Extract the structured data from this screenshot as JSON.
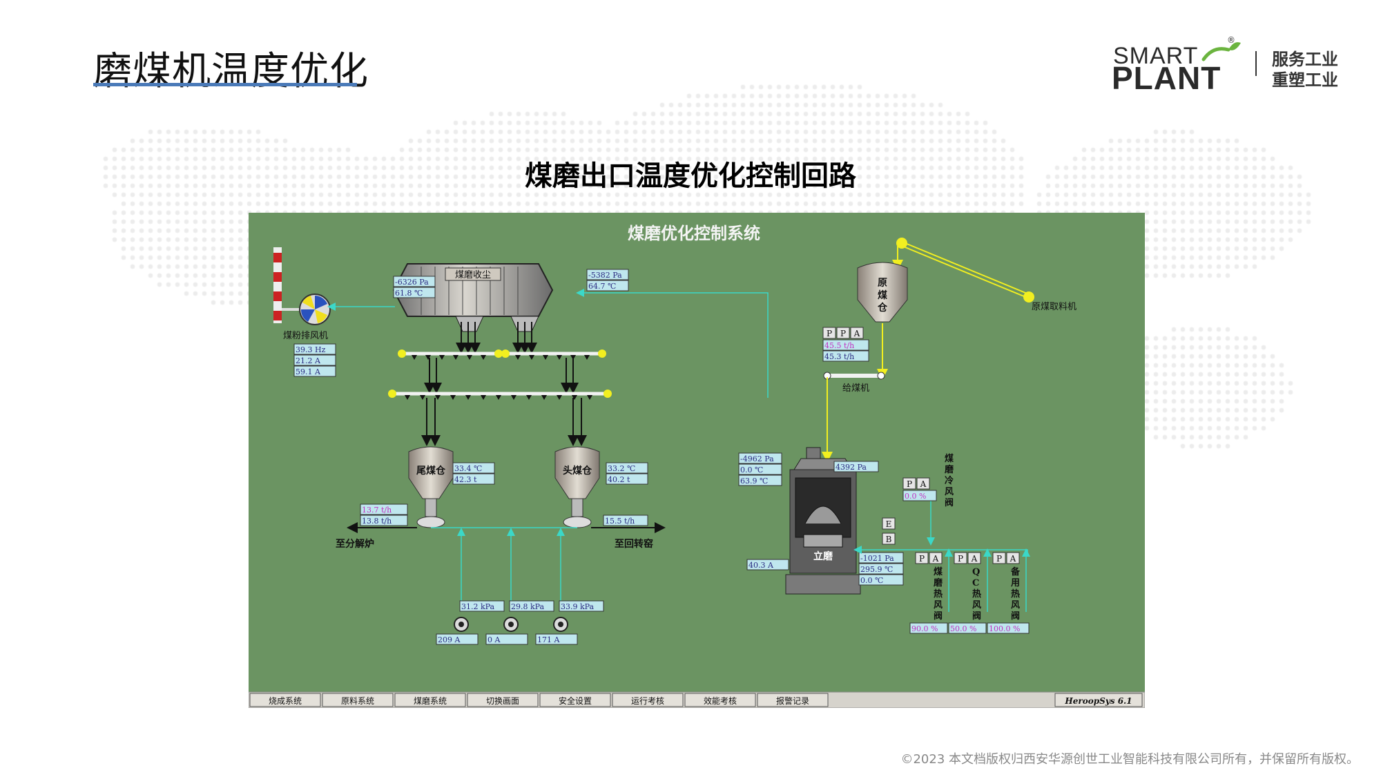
{
  "slide": {
    "title": "磨煤机温度优化",
    "subtitle": "煤磨出口温度优化控制回路",
    "footer": "©2023 本文档版权归西安华源创世工业智能科技有限公司所有，并保留所有版权。"
  },
  "logo": {
    "line1": "SMART",
    "line2": "PLANT",
    "registered": "®",
    "slogan1": "服务工业",
    "slogan2": "重塑工业"
  },
  "colors": {
    "panel_bg": "#6b9462",
    "readout_bg": "#bfe7ee",
    "accent_line": "#3bd8c8",
    "yellow": "#f2ef20",
    "title_underline": "#4a7ab8"
  },
  "scada": {
    "title": "煤磨优化控制系统",
    "dust_collector": {
      "label": "煤磨收尘",
      "inlet_pressure": "-6326 Pa",
      "inlet_temp": "61.8  ℃",
      "outlet_pressure": "-5382 Pa",
      "outlet_temp": "64.7  ℃"
    },
    "exhaust_fan": {
      "label": "煤粉排风机",
      "freq": "39.3  Hz",
      "current": "21.2   A",
      "value3": "59.1   A"
    },
    "raw_bin": {
      "label": "原煤仓"
    },
    "reclaimer": {
      "label": "原煤取料机"
    },
    "feeder": {
      "label": "给煤机",
      "mode": [
        "P",
        "P",
        "A"
      ],
      "setpoint": "45.5  t/h",
      "actual": "45.3  t/h"
    },
    "tail_bin": {
      "label": "尾煤仓",
      "temp": "33.4  ℃",
      "level": "42.3   t",
      "flow_set": "13.7  t/h",
      "flow": "13.8  t/h",
      "dest": "至分解炉"
    },
    "head_bin": {
      "label": "头煤仓",
      "temp": "33.2  ℃",
      "level": "40.2   t",
      "flow": "15.5  t/h",
      "dest": "至回转窑"
    },
    "mill": {
      "label": "立磨",
      "out_pressure": "-4962 Pa",
      "out_v2": "0.0   ℃",
      "out_temp": "63.9  ℃",
      "top_pressure": "4392  Pa",
      "current": "40.3   A",
      "in_pressure": "-1021 Pa",
      "in_temp": "295.9  ℃",
      "in_v3": "0.0   ℃",
      "eb": [
        "E",
        "B"
      ]
    },
    "blowers": [
      {
        "pressure": "31.2  kPa",
        "current": "209   A"
      },
      {
        "pressure": "29.8  kPa",
        "current": "0     A"
      },
      {
        "pressure": "33.9  kPa",
        "current": "171   A"
      }
    ],
    "cold_valve": {
      "label": "煤磨冷风阀",
      "mode": [
        "P",
        "A"
      ],
      "value": "0.0  %"
    },
    "valves": [
      {
        "label": "煤磨热风阀",
        "mode": [
          "P",
          "A"
        ],
        "value": "90.0  %"
      },
      {
        "label": "QC热风阀",
        "mode": [
          "P",
          "A"
        ],
        "value": "50.0  %"
      },
      {
        "label": "备用热风阀",
        "mode": [
          "P",
          "A"
        ],
        "value": "100.0 %"
      }
    ],
    "tabs": [
      "烧成系统",
      "原料系统",
      "煤磨系统",
      "切换画面",
      "安全设置",
      "运行考核",
      "效能考核",
      "报警记录"
    ],
    "brand": "HeroopSys 6.1"
  }
}
